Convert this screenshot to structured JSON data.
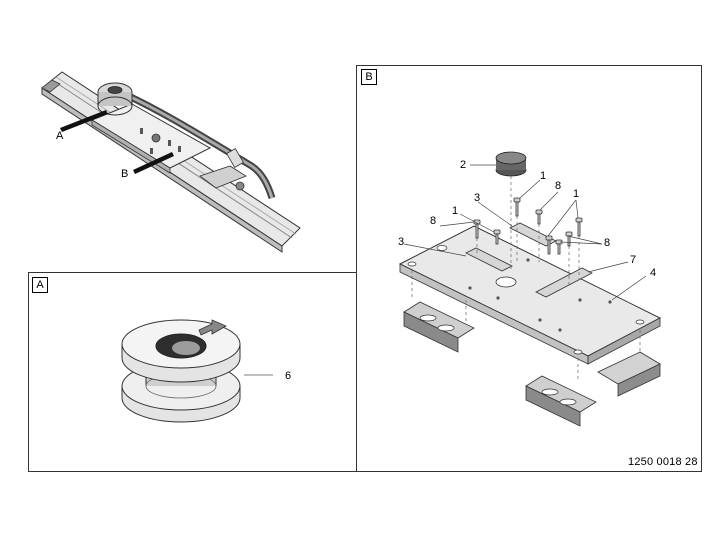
{
  "overview": {
    "labels": [
      "A",
      "B"
    ]
  },
  "panel_a": {
    "tag": "A",
    "parts": [
      "6"
    ]
  },
  "panel_b": {
    "tag": "B",
    "parts": [
      "2",
      "1",
      "8",
      "3",
      "8",
      "1",
      "1",
      "8",
      "3",
      "7",
      "4"
    ]
  },
  "reference": "1250 0018 28",
  "colors": {
    "line": "#333333",
    "shade_light": "#e6e6e6",
    "shade_mid": "#bdbdbd",
    "shade_dark": "#555555"
  }
}
